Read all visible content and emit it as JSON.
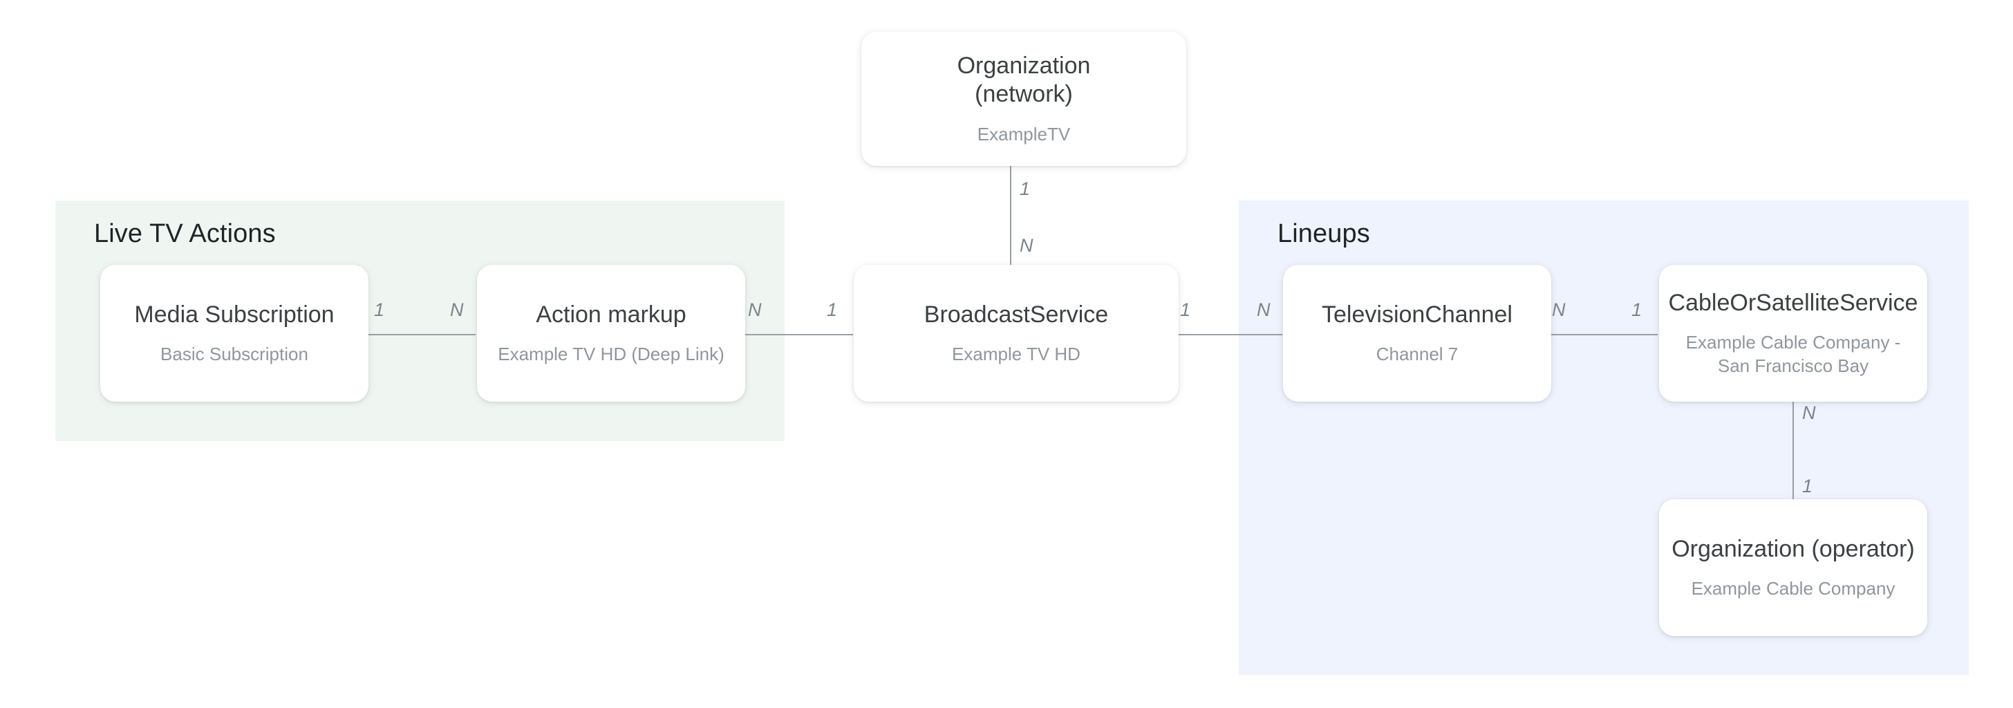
{
  "diagram": {
    "type": "entity-relationship",
    "background": "#ffffff",
    "groups": [
      {
        "id": "live-tv-actions",
        "label": "Live TV Actions",
        "color": "#eff6f2"
      },
      {
        "id": "lineups",
        "label": "Lineups",
        "color": "#eef3fd"
      }
    ],
    "nodes": [
      {
        "id": "organization-network",
        "title": "Organization\n(network)",
        "subtitle": "ExampleTV",
        "group": null
      },
      {
        "id": "media-subscription",
        "title": "Media Subscription",
        "subtitle": "Basic Subscription",
        "group": "live-tv-actions"
      },
      {
        "id": "action-markup",
        "title": "Action markup",
        "subtitle": "Example TV HD (Deep Link)",
        "group": "live-tv-actions"
      },
      {
        "id": "broadcast-service",
        "title": "BroadcastService",
        "subtitle": "Example TV HD",
        "group": null
      },
      {
        "id": "television-channel",
        "title": "TelevisionChannel",
        "subtitle": "Channel 7",
        "group": "lineups"
      },
      {
        "id": "cable-or-satellite-service",
        "title": "CableOrSatelliteService",
        "subtitle": "Example Cable Company -\nSan Francisco Bay",
        "group": "lineups"
      },
      {
        "id": "organization-operator",
        "title": "Organization (operator)",
        "subtitle": "Example Cable Company",
        "group": "lineups"
      }
    ],
    "edges": [
      {
        "id": "edge-org-network-broadcast-service",
        "from": "organization-network",
        "to": "broadcast-service",
        "orientation": "vertical",
        "from_cardinality": "1",
        "to_cardinality": "N"
      },
      {
        "id": "edge-media-subscription-action-markup",
        "from": "media-subscription",
        "to": "action-markup",
        "orientation": "horizontal",
        "from_cardinality": "1",
        "to_cardinality": "N"
      },
      {
        "id": "edge-action-markup-broadcast-service",
        "from": "action-markup",
        "to": "broadcast-service",
        "orientation": "horizontal",
        "from_cardinality": "N",
        "to_cardinality": "1"
      },
      {
        "id": "edge-broadcast-service-television-channel",
        "from": "broadcast-service",
        "to": "television-channel",
        "orientation": "horizontal",
        "from_cardinality": "1",
        "to_cardinality": "N"
      },
      {
        "id": "edge-television-channel-cable-or-satellite-service",
        "from": "television-channel",
        "to": "cable-or-satellite-service",
        "orientation": "horizontal",
        "from_cardinality": "N",
        "to_cardinality": "1"
      },
      {
        "id": "edge-cable-or-satellite-service-org-operator",
        "from": "cable-or-satellite-service",
        "to": "organization-operator",
        "orientation": "vertical",
        "from_cardinality": "N",
        "to_cardinality": "1"
      }
    ]
  }
}
